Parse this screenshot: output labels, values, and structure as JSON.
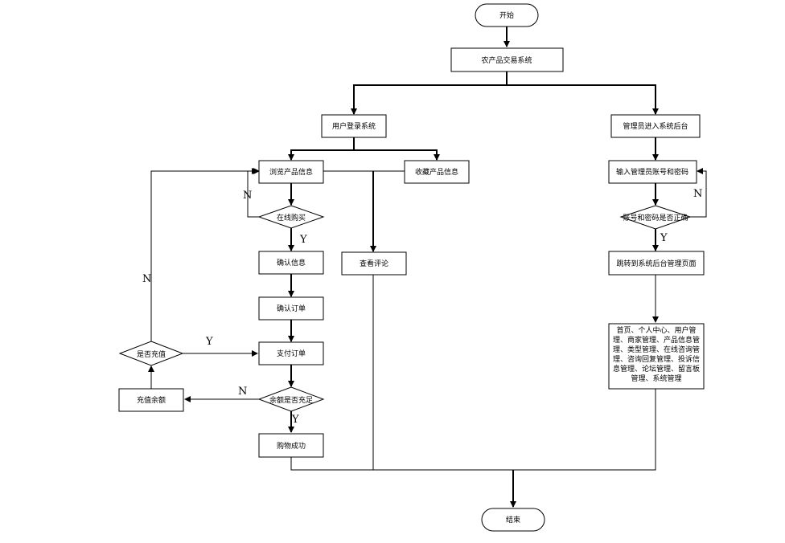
{
  "nodes": {
    "start": "开始",
    "system": "农产品交易系统",
    "user_login": "用户登录系统",
    "admin_enter": "管理员进入系统后台",
    "browse": "浏览产品信息",
    "favorite": "收藏产品信息",
    "buy_online": "在线购买",
    "confirm_info": "确认信息",
    "view_comments": "查看评论",
    "confirm_order": "确认订单",
    "pay_order": "支付订单",
    "balance_enough": "余额是否充足",
    "recharge_balance": "充值余额",
    "recharged": "是否充值",
    "purchase_success": "购物成功",
    "input_account": "输入管理员账号和密码",
    "account_correct": "账号和密码是否正确",
    "jump_backend": "跳转到系统后台管理页面",
    "modules_lines": [
      "首页、个人中心、用户管",
      "理、商家管理、产品信息管",
      "理、类型管理、在线咨询管",
      "理、咨询回复管理、投诉信",
      "息管理、论坛管理、留言板",
      "管理、系统管理"
    ],
    "end": "结束"
  },
  "branch_labels": {
    "yes": "Y",
    "no": "N"
  }
}
